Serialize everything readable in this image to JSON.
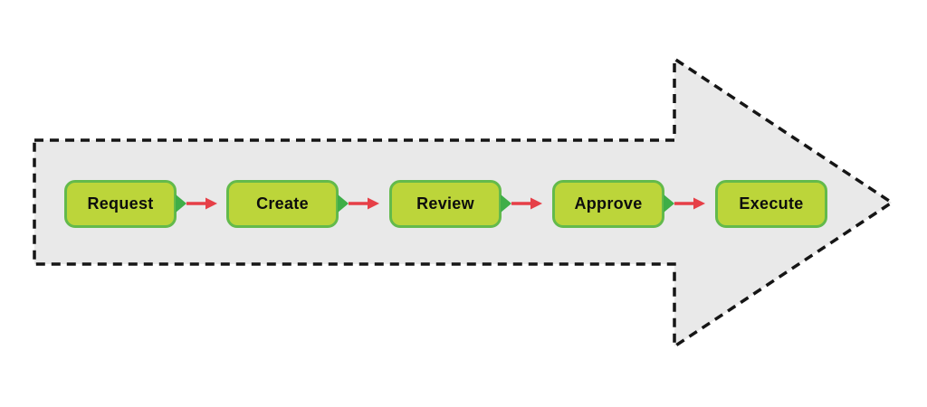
{
  "diagram": {
    "type": "process-flow",
    "direction": "left-to-right",
    "steps": [
      {
        "label": "Request"
      },
      {
        "label": "Create"
      },
      {
        "label": "Review"
      },
      {
        "label": "Approve"
      },
      {
        "label": "Execute"
      }
    ],
    "icons": {
      "container": "big-right-arrow-shape",
      "step_pointer": "triangle-right-icon",
      "connector": "arrow-right-icon"
    },
    "colors": {
      "background": "#ffffff",
      "arrow_body": "#e9e9e9",
      "arrow_dashed_outline": "#151515",
      "step_fill": "#bcd53a",
      "step_border": "#63ba4b",
      "step_pointer": "#3fae47",
      "connector_red": "#e63f47",
      "label_text": "#0d0d0d"
    }
  }
}
